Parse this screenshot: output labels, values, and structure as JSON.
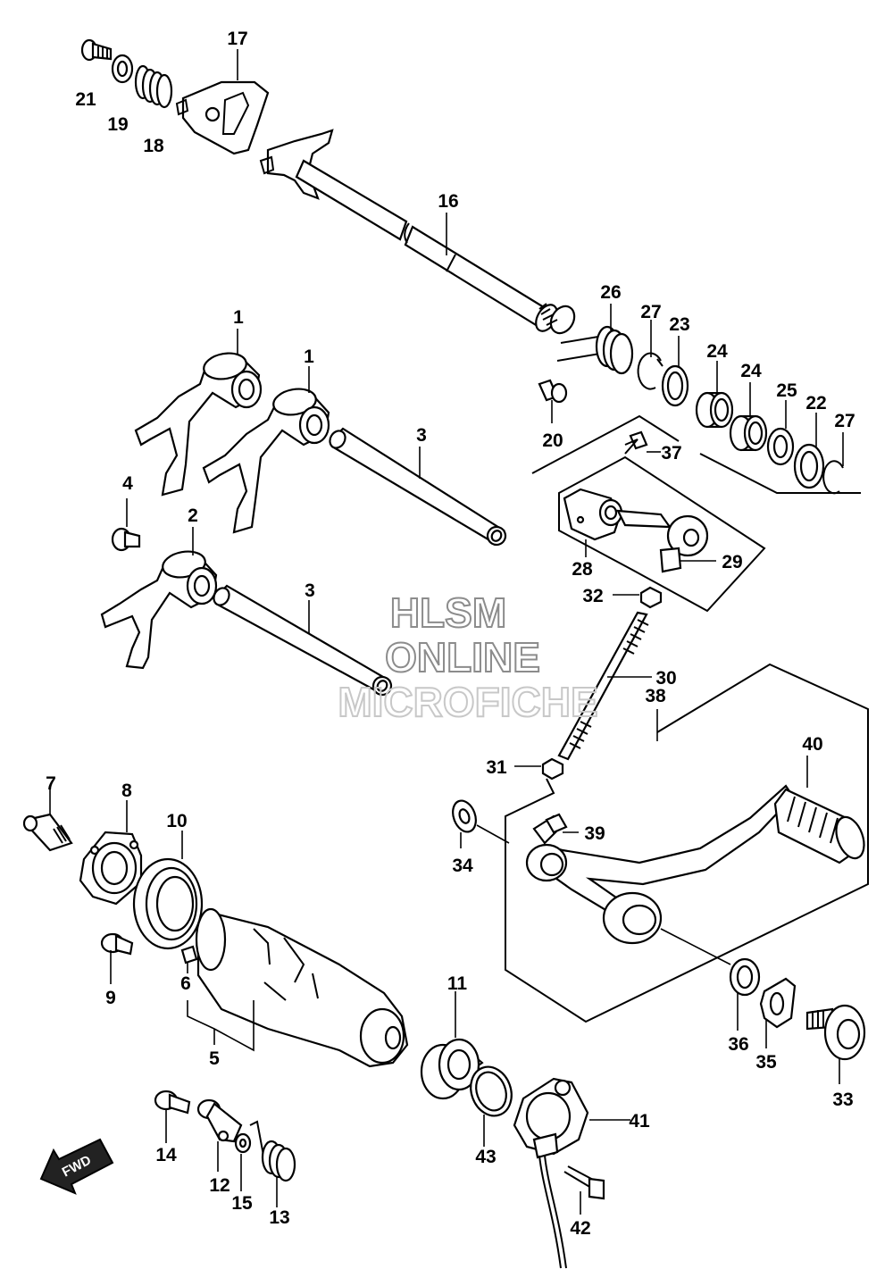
{
  "watermark": {
    "line1": "HLSM",
    "line2": "ONLINE",
    "line3": "MICROFICHE"
  },
  "direction_arrow": {
    "label": "FWD",
    "icon": "arrow-down-left-icon"
  },
  "callouts": [
    {
      "id": "c17",
      "label": "17"
    },
    {
      "id": "c21",
      "label": "21"
    },
    {
      "id": "c19",
      "label": "19"
    },
    {
      "id": "c18",
      "label": "18"
    },
    {
      "id": "c16",
      "label": "16"
    },
    {
      "id": "c26",
      "label": "26"
    },
    {
      "id": "c27a",
      "label": "27"
    },
    {
      "id": "c23",
      "label": "23"
    },
    {
      "id": "c24a",
      "label": "24"
    },
    {
      "id": "c24b",
      "label": "24"
    },
    {
      "id": "c25",
      "label": "25"
    },
    {
      "id": "c22",
      "label": "22"
    },
    {
      "id": "c27b",
      "label": "27"
    },
    {
      "id": "c1a",
      "label": "1"
    },
    {
      "id": "c1b",
      "label": "1"
    },
    {
      "id": "c3a",
      "label": "3"
    },
    {
      "id": "c20",
      "label": "20"
    },
    {
      "id": "c37",
      "label": "37"
    },
    {
      "id": "c4",
      "label": "4"
    },
    {
      "id": "c2",
      "label": "2"
    },
    {
      "id": "c28",
      "label": "28"
    },
    {
      "id": "c29",
      "label": "29"
    },
    {
      "id": "c32",
      "label": "32"
    },
    {
      "id": "c3b",
      "label": "3"
    },
    {
      "id": "c30",
      "label": "30"
    },
    {
      "id": "c38",
      "label": "38"
    },
    {
      "id": "c40",
      "label": "40"
    },
    {
      "id": "c31",
      "label": "31"
    },
    {
      "id": "c7",
      "label": "7"
    },
    {
      "id": "c8",
      "label": "8"
    },
    {
      "id": "c10",
      "label": "10"
    },
    {
      "id": "c39",
      "label": "39"
    },
    {
      "id": "c34",
      "label": "34"
    },
    {
      "id": "c9",
      "label": "9"
    },
    {
      "id": "c6",
      "label": "6"
    },
    {
      "id": "c11",
      "label": "11"
    },
    {
      "id": "c5",
      "label": "5"
    },
    {
      "id": "c36",
      "label": "36"
    },
    {
      "id": "c35",
      "label": "35"
    },
    {
      "id": "c33",
      "label": "33"
    },
    {
      "id": "c41",
      "label": "41"
    },
    {
      "id": "c14",
      "label": "14"
    },
    {
      "id": "c12",
      "label": "12"
    },
    {
      "id": "c15",
      "label": "15"
    },
    {
      "id": "c13",
      "label": "13"
    },
    {
      "id": "c43",
      "label": "43"
    },
    {
      "id": "c42",
      "label": "42"
    }
  ]
}
